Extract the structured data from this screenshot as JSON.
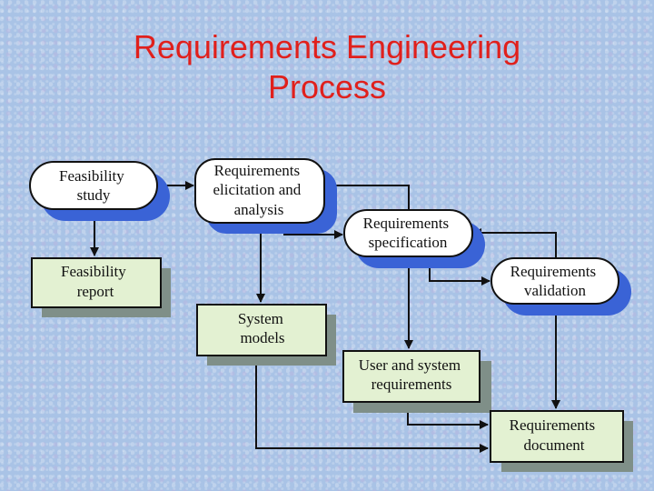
{
  "title": {
    "line1": "Requirements Engineering",
    "line2": "Process"
  },
  "colors": {
    "title": "#e0201c",
    "process_fill": "#ffffff",
    "process_shadow": "#3a63d6",
    "document_fill": "#e3f1d2",
    "document_shadow": "#7f8f88",
    "stroke": "#111111"
  },
  "processes": {
    "feasibility_study": [
      "Feasibility",
      "study"
    ],
    "elicitation_analysis": [
      "Requirements",
      "elicitation and",
      "analysis"
    ],
    "specification": [
      "Requirements",
      "specification"
    ],
    "validation": [
      "Requirements",
      "validation"
    ]
  },
  "documents": {
    "feasibility_report": [
      "Feasibility",
      "report"
    ],
    "system_models": [
      "System",
      "models"
    ],
    "user_system_requirements": [
      "User and system",
      "requirements"
    ],
    "requirements_document": [
      "Requirements",
      "document"
    ]
  }
}
